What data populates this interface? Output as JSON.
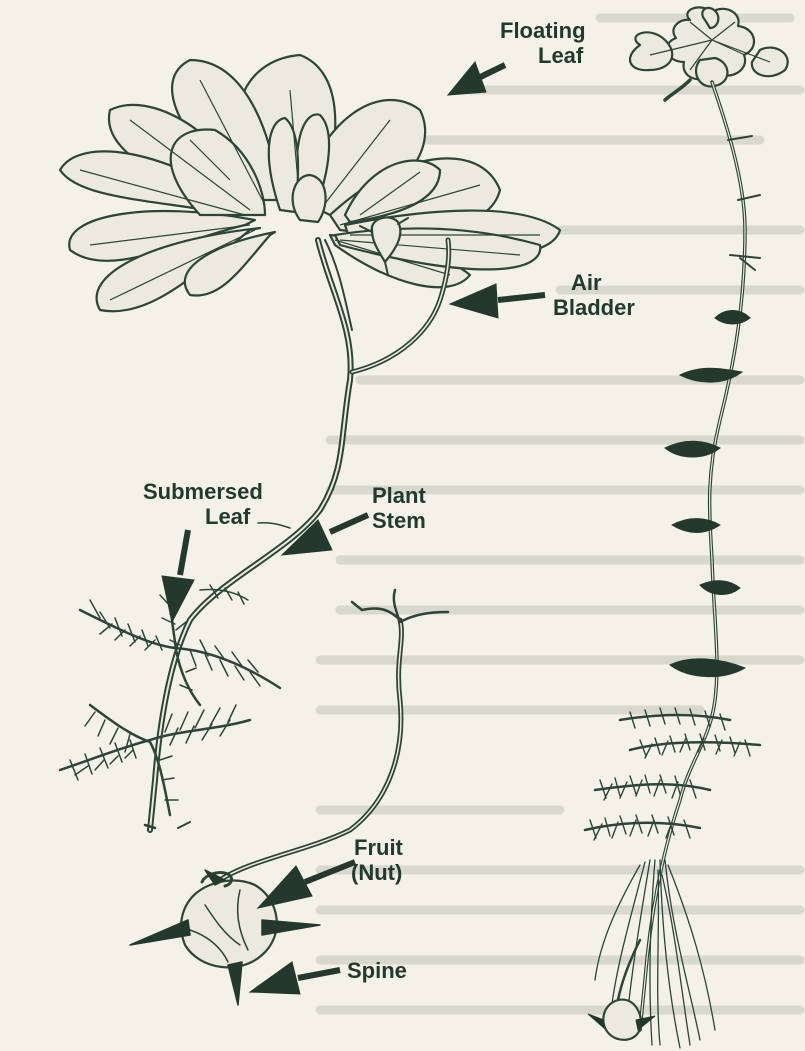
{
  "labels": {
    "floating_leaf": [
      "Floating",
      "Leaf"
    ],
    "air_bladder": [
      "Air",
      "Bladder"
    ],
    "submersed_leaf": [
      "Submersed",
      "Leaf"
    ],
    "plant_stem": [
      "Plant",
      "Stem"
    ],
    "fruit_nut": [
      "Fruit",
      "(Nut)"
    ],
    "spine": "Spine"
  },
  "colors": {
    "ink": "#2c4536",
    "label": "#223a2c",
    "paper": "#f4f1e9",
    "bleed_text": "#d6d5cc"
  }
}
